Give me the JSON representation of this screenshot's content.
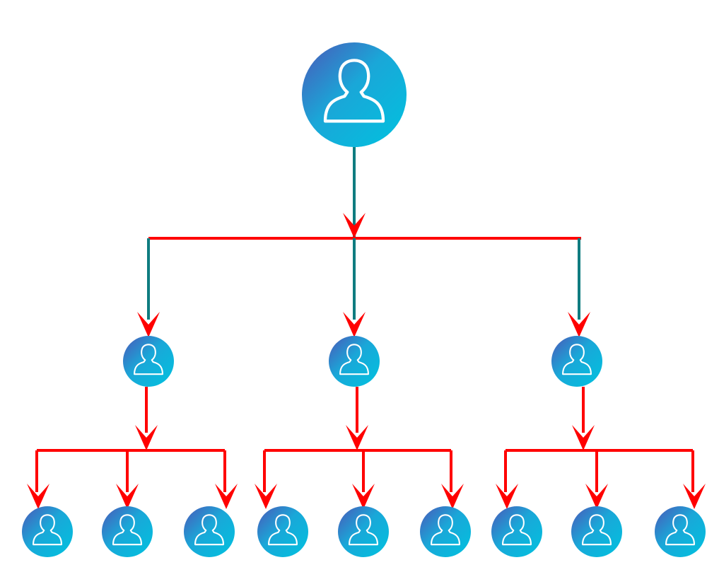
{
  "diagram": {
    "kind": "hierarchy-tree",
    "colors": {
      "connector_red": "#ff0000",
      "connector_teal": "#0f7c80",
      "node_gradient_start": "#4b57b8",
      "node_gradient_mid": "#1aa7d8",
      "node_gradient_end": "#00c2df",
      "icon_stroke": "#ffffff"
    },
    "node_icon": "person-icon",
    "levels": [
      {
        "level": 0,
        "node_count": 1
      },
      {
        "level": 1,
        "node_count": 3
      },
      {
        "level": 2,
        "node_count": 9
      }
    ],
    "edges": [
      {
        "from": "root",
        "to": "manager-1"
      },
      {
        "from": "root",
        "to": "manager-2"
      },
      {
        "from": "root",
        "to": "manager-3"
      },
      {
        "from": "manager-1",
        "to": "member-1"
      },
      {
        "from": "manager-1",
        "to": "member-2"
      },
      {
        "from": "manager-1",
        "to": "member-3"
      },
      {
        "from": "manager-2",
        "to": "member-4"
      },
      {
        "from": "manager-2",
        "to": "member-5"
      },
      {
        "from": "manager-2",
        "to": "member-6"
      },
      {
        "from": "manager-3",
        "to": "member-7"
      },
      {
        "from": "manager-3",
        "to": "member-8"
      },
      {
        "from": "manager-3",
        "to": "member-9"
      }
    ]
  }
}
